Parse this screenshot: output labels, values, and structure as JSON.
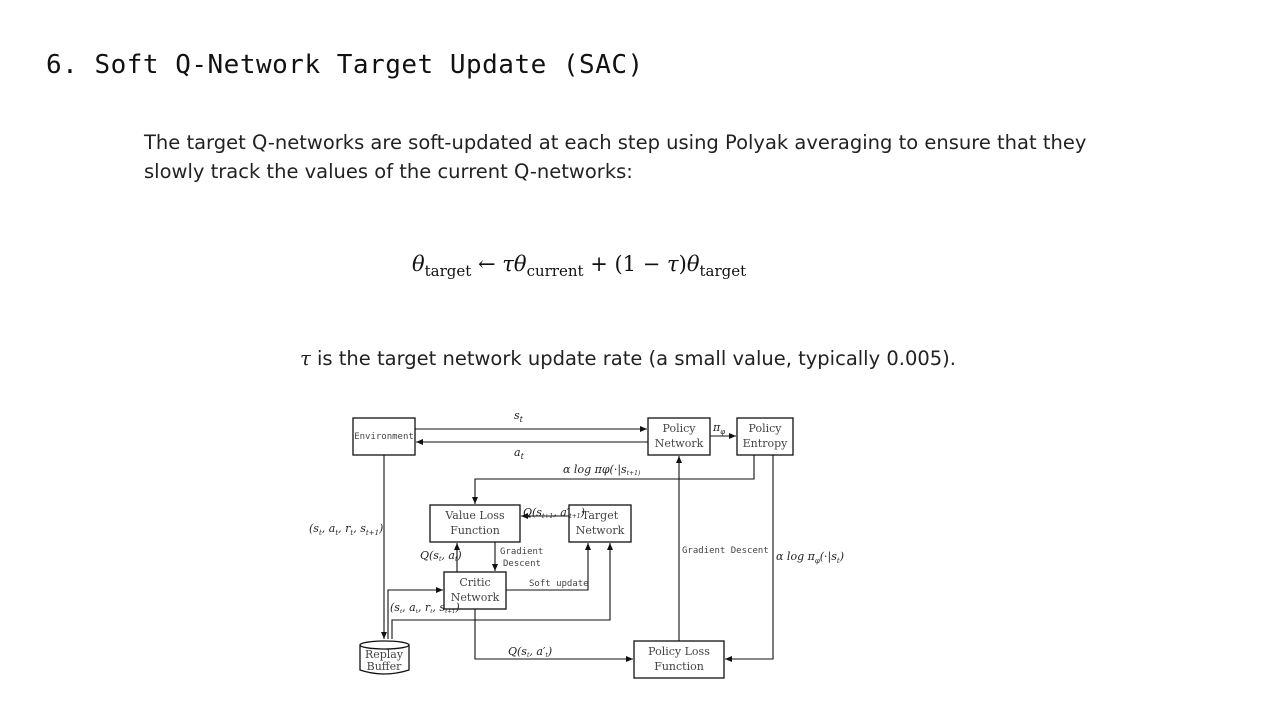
{
  "slide": {
    "title": "6. Soft Q-Network Target Update (SAC)",
    "paragraph": "The target Q-networks are soft-updated at each step using Polyak averaging to ensure that they slowly track the values of the current Q-networks:",
    "equation": {
      "theta": "θ",
      "target_sub": "target",
      "current_sub": "current",
      "arrow": "←",
      "tau": "τ",
      "mid": " + (1 − ",
      "close": ")"
    },
    "note": {
      "tau": "τ",
      "text": " is the target network update rate (a small value, typically 0.005)."
    }
  },
  "diagram": {
    "boxes": {
      "environment": "Environment",
      "policy_network": [
        "Policy",
        "Network"
      ],
      "policy_entropy": [
        "Policy",
        "Entropy"
      ],
      "value_loss": [
        "Value Loss",
        "Function"
      ],
      "target_network": [
        "Target",
        "Network"
      ],
      "critic_network": [
        "Critic",
        "Network"
      ],
      "replay_buffer": [
        "Replay",
        "Buffer"
      ],
      "policy_loss": [
        "Policy Loss",
        "Function"
      ]
    },
    "labels": {
      "st": "s",
      "st_sub": "t",
      "at": "a",
      "at_sub": "t",
      "pi_phi": "π",
      "pi_sub": "φ",
      "alpha_log_top": "α log π",
      "alpha_log_top_tail": "φ(·|s",
      "alpha_log_top_end": "t+1)",
      "alpha_log_right": "α log π",
      "alpha_log_right_tail": "(·|s",
      "alpha_log_right_end": ")",
      "transition_left": "(s",
      "transition_left_rest": ", a",
      "transition_left_r": ", r",
      "transition_left_s": ", s",
      "transition_left_end": ")",
      "q_target": "Q(s",
      "q_target_rest": ", a′",
      "q_target_end": ")",
      "q_sa": "Q(s",
      "q_sa_rest": ", a",
      "q_sa_end": ")",
      "gradient_descent_1": "Gradient",
      "gradient_descent_2": "Descent",
      "soft_update": "Soft update",
      "gradient_descent_long": "Gradient Descent",
      "transition_bottom": "(s",
      "transition_bottom_rest": ", a",
      "transition_bottom_r": ", r",
      "transition_bottom_s": ", s",
      "transition_bottom_end": ")",
      "q_policy": "Q(s",
      "q_policy_rest": ", a′",
      "q_policy_end": ")",
      "sub_t": "t",
      "sub_t1": "t+1"
    }
  }
}
